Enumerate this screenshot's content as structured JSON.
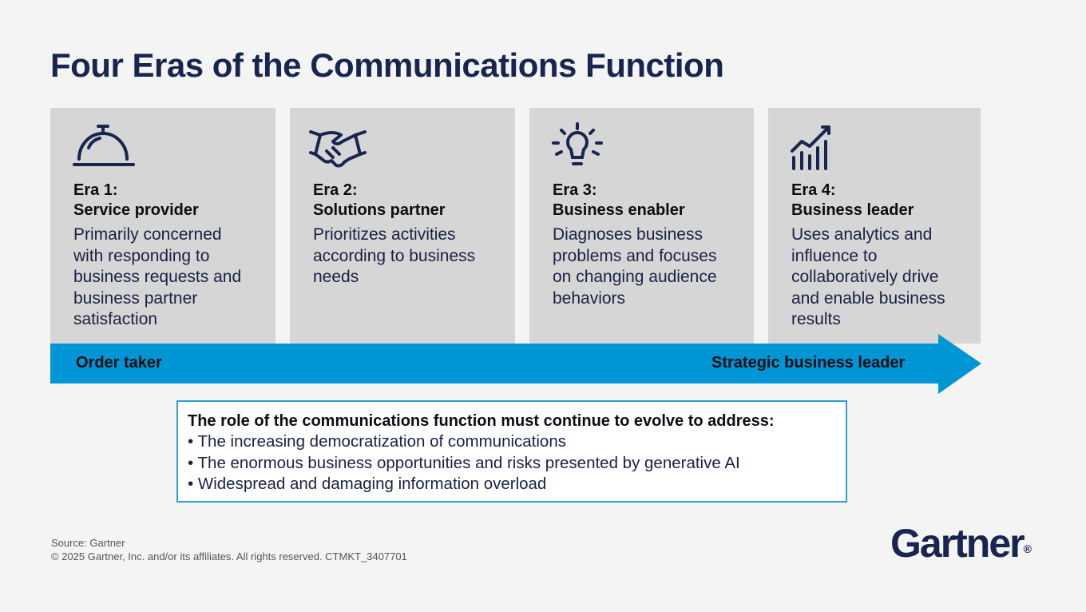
{
  "title": "Four Eras of the Communications Function",
  "eras": [
    {
      "icon": "service-bell-icon",
      "number": "Era 1:",
      "name": "Service provider",
      "description": "Primarily concerned with responding to business requests and business partner satisfaction"
    },
    {
      "icon": "handshake-icon",
      "number": "Era 2:",
      "name": "Solutions partner",
      "description": "Prioritizes activities according to business needs"
    },
    {
      "icon": "lightbulb-icon",
      "number": "Era 3:",
      "name": "Business enabler",
      "description": "Diagnoses business problems and focuses on changing audience behaviors"
    },
    {
      "icon": "growth-chart-icon",
      "number": "Era 4:",
      "name": "Business leader",
      "description": "Uses analytics and influence to collaboratively drive and enable business results"
    }
  ],
  "arrow": {
    "start_label": "Order taker",
    "end_label": "Strategic business leader",
    "color": "#0095d4"
  },
  "note": {
    "heading": "The role of the communications function must continue to evolve to address:",
    "bullets": [
      "The increasing democratization of communications",
      "The enormous business opportunities and risks presented by generative AI",
      "Widespread and damaging information overload"
    ]
  },
  "footer": {
    "source": "Source: Gartner",
    "copyright": "© 2025 Gartner, Inc. and/or its affiliates. All rights reserved. CTMKT_3407701"
  },
  "logo": {
    "text": "Gartner",
    "mark": "®"
  },
  "colors": {
    "background": "#f4f4f4",
    "card": "#d6d6d6",
    "navy": "#18264f",
    "accent": "#0095d4",
    "note_border": "#2aa0d4"
  }
}
